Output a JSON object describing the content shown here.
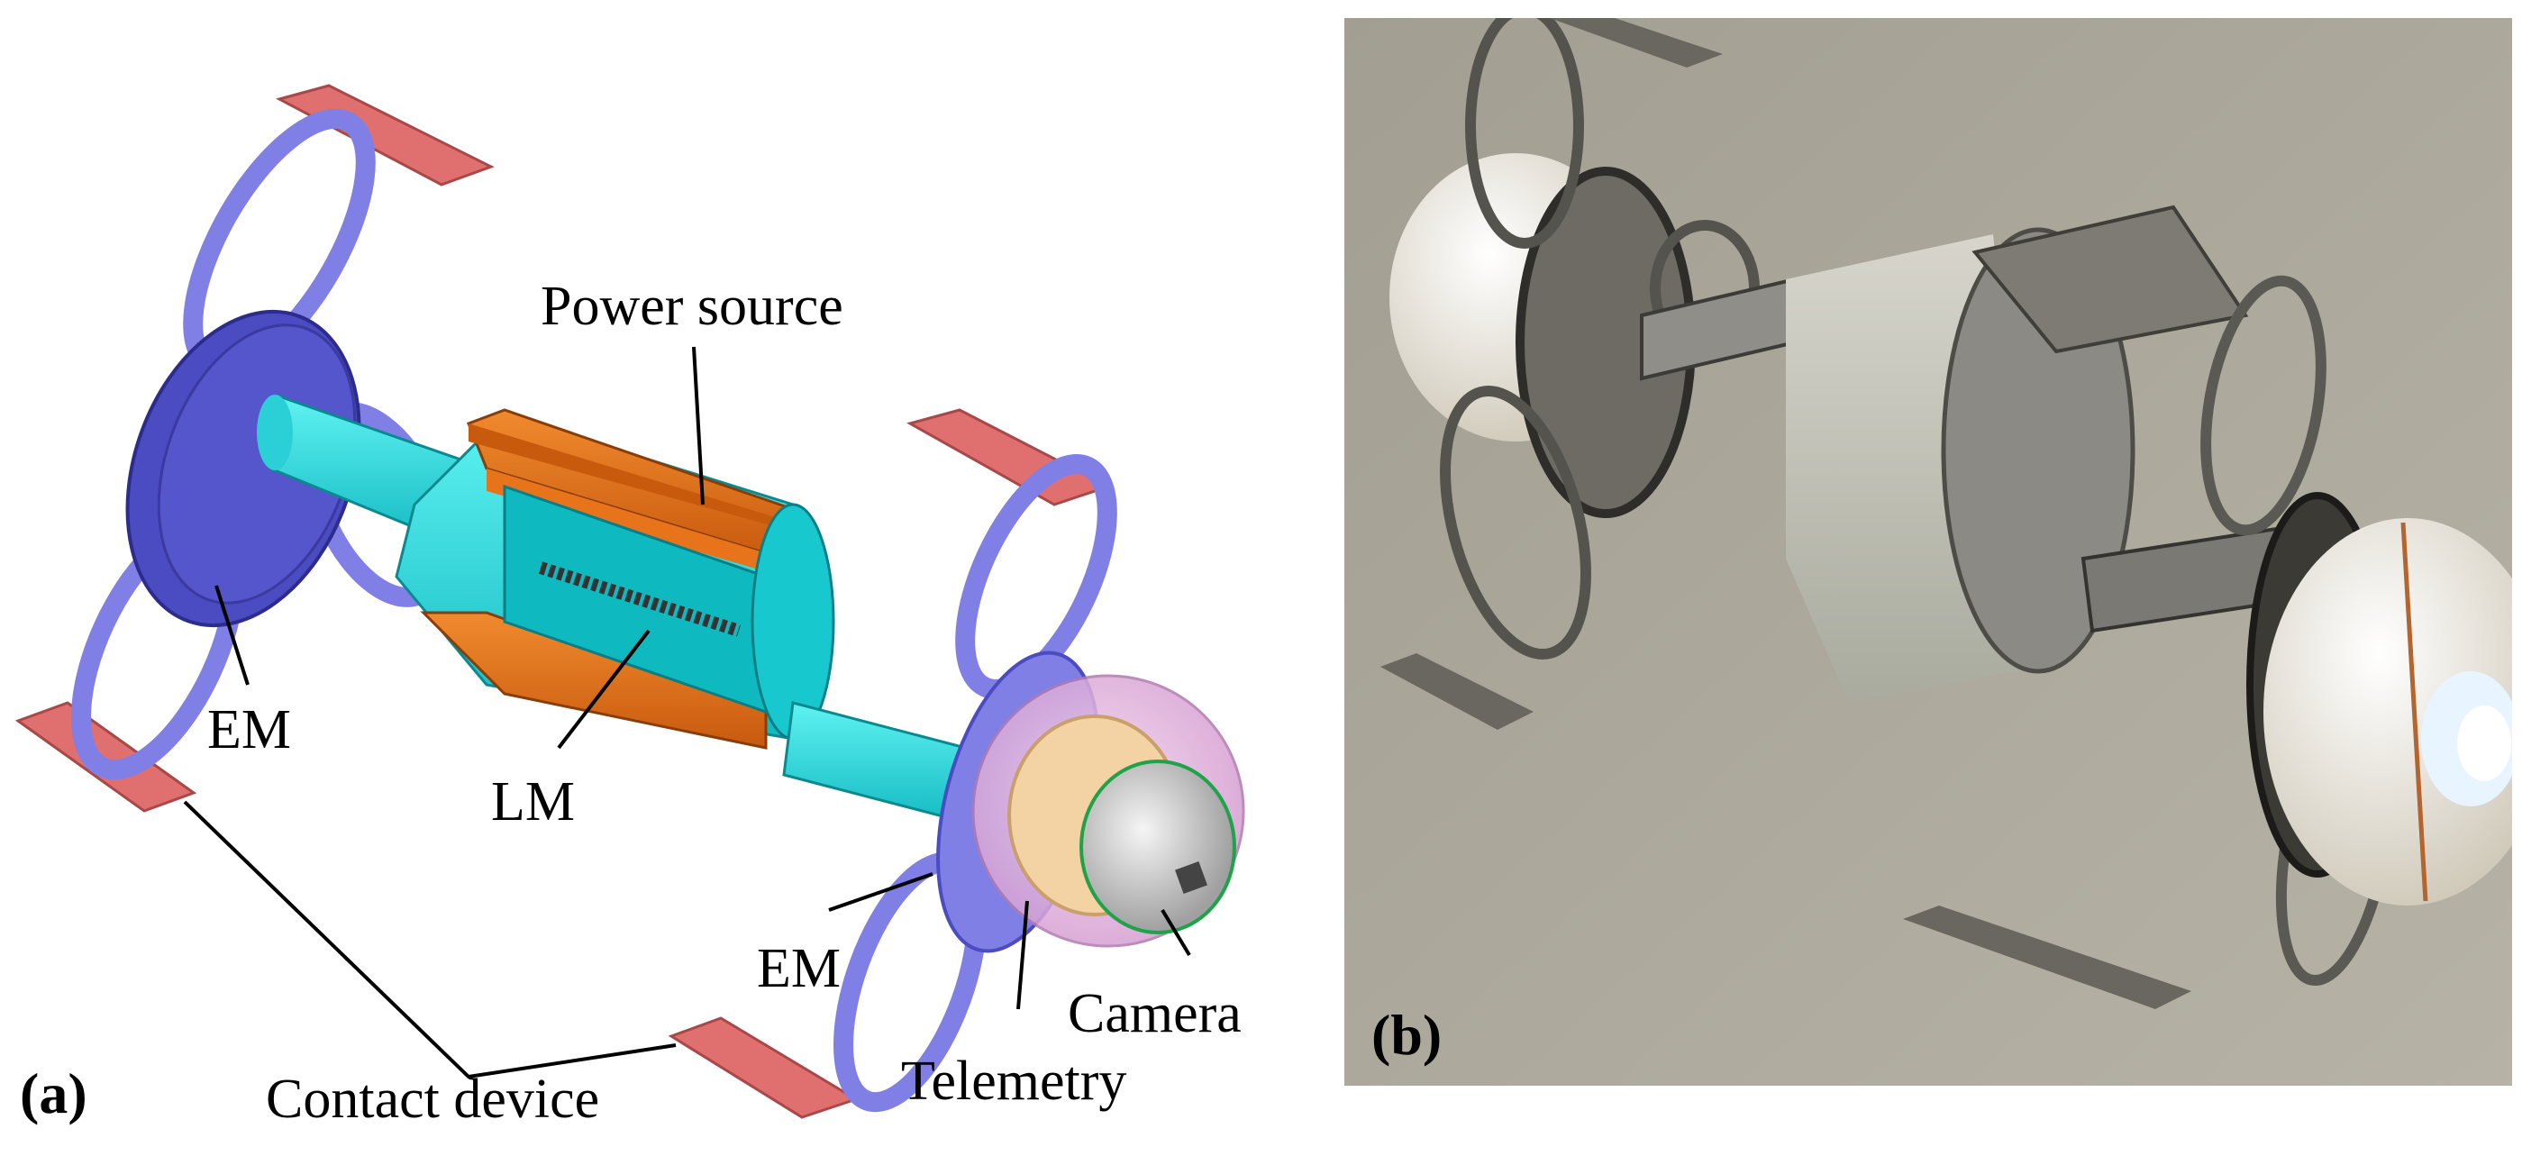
{
  "panel_a": {
    "letter": "(a)",
    "labels": {
      "power_source": "Power source",
      "em_left": "EM",
      "lm": "LM",
      "em_right": "EM",
      "camera": "Camera",
      "telemetry": "Telemetry",
      "contact_device": "Contact device"
    }
  },
  "panel_b": {
    "letter": "(b)"
  },
  "colors": {
    "em_blue": "#7f7fe6",
    "em_dark": "#4b4bc2",
    "shaft_cyan": "#1ee0e0",
    "power_orange": "#e7741b",
    "contact_red": "#e06f6f",
    "dome_pink": "#e8b5e0",
    "photo_bg": "#aaa79a"
  }
}
